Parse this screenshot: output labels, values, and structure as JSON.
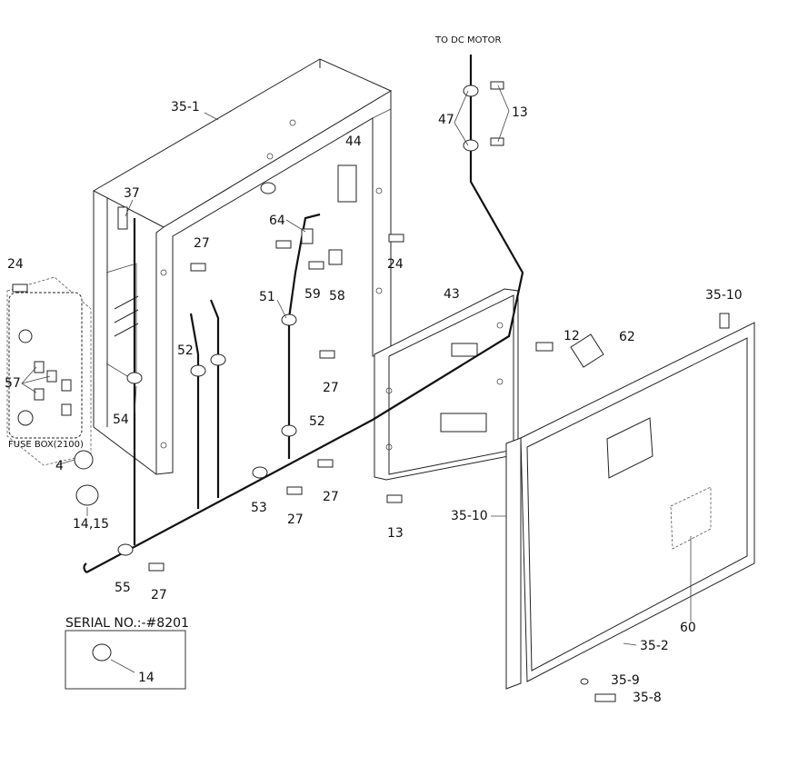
{
  "diagram": {
    "callouts": {
      "to_dc_motor": "TO DC MOTOR",
      "c35_1": "35-1",
      "c44": "44",
      "c47": "47",
      "c13a": "13",
      "c37": "37",
      "c64": "64",
      "c27a": "27",
      "c24a": "24",
      "c24b": "24",
      "c51": "51",
      "c59": "59",
      "c58": "58",
      "c43": "43",
      "c35_10a": "35-10",
      "c12": "12",
      "c62": "62",
      "c52a": "52",
      "c52b": "52",
      "c27b": "27",
      "c57": "57",
      "c54": "54",
      "fuse_box": "FUSE BOX(2100)",
      "c4": "4",
      "c27c": "27",
      "c14_15": "14,15",
      "c53": "53",
      "c27d": "27",
      "c13b": "13",
      "c35_10b": "35-10",
      "c55": "55",
      "c27e": "27",
      "c60": "60",
      "serial": "SERIAL NO.:-#8201",
      "c14": "14",
      "c35_2": "35-2",
      "c35_9": "35-9",
      "c35_8": "35-8"
    }
  }
}
